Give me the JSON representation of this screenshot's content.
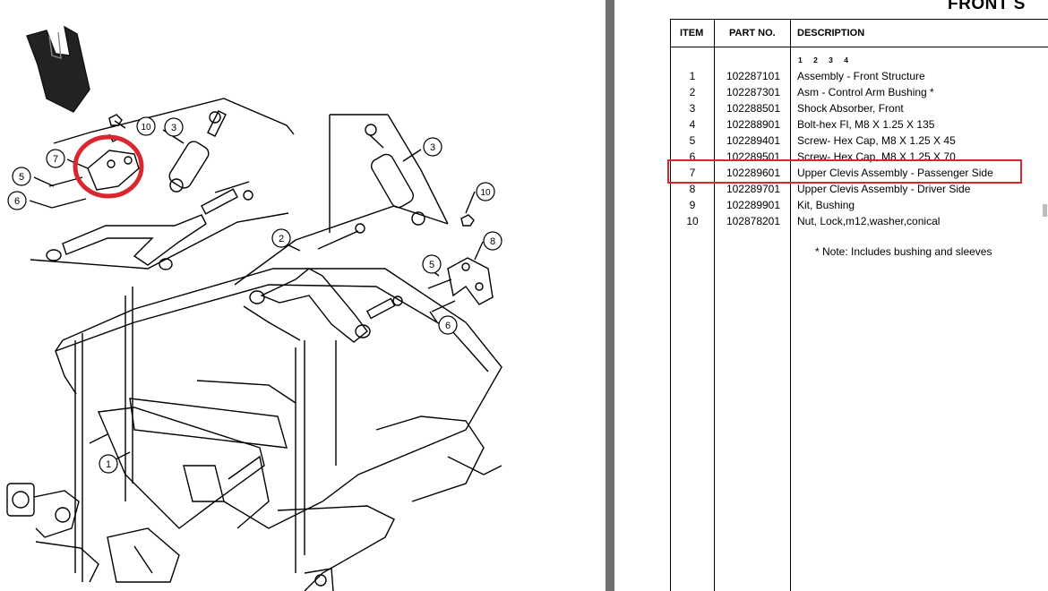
{
  "header": {
    "title": "FRONT S"
  },
  "table": {
    "headers": {
      "item": "ITEM",
      "part_no": "PART NO.",
      "description": "DESCRIPTION"
    },
    "qty_header": "1 2 3 4",
    "rows": [
      {
        "item": "1",
        "part_no": "102287101",
        "description": "Assembly - Front Structure"
      },
      {
        "item": "2",
        "part_no": "102287301",
        "description": "Asm - Control Arm Bushing *"
      },
      {
        "item": "3",
        "part_no": "102288501",
        "description": "Shock Absorber, Front"
      },
      {
        "item": "4",
        "part_no": "102288901",
        "description": "Bolt-hex Fl, M8 X 1.25 X 135"
      },
      {
        "item": "5",
        "part_no": "102289401",
        "description": "Screw- Hex Cap, M8 X 1.25 X 45"
      },
      {
        "item": "6",
        "part_no": "102289501",
        "description": "Screw- Hex Cap, M8 X 1.25 X 70"
      },
      {
        "item": "7",
        "part_no": "102289601",
        "description": "Upper Clevis Assembly - Passenger Side"
      },
      {
        "item": "8",
        "part_no": "102289701",
        "description": "Upper Clevis Assembly - Driver Side"
      },
      {
        "item": "9",
        "part_no": "102289901",
        "description": "Kit, Bushing"
      },
      {
        "item": "10",
        "part_no": "102878201",
        "description": "Nut, Lock,m12,washer,conical"
      }
    ],
    "note": "* Note: Includes bushing and sleeves"
  },
  "diagram": {
    "callouts": [
      "10",
      "3",
      "7",
      "5",
      "6",
      "2",
      "3",
      "10",
      "8",
      "5",
      "6",
      "1"
    ]
  },
  "colors": {
    "highlight": "#d9262f",
    "gutter": "#6f6f6f"
  }
}
